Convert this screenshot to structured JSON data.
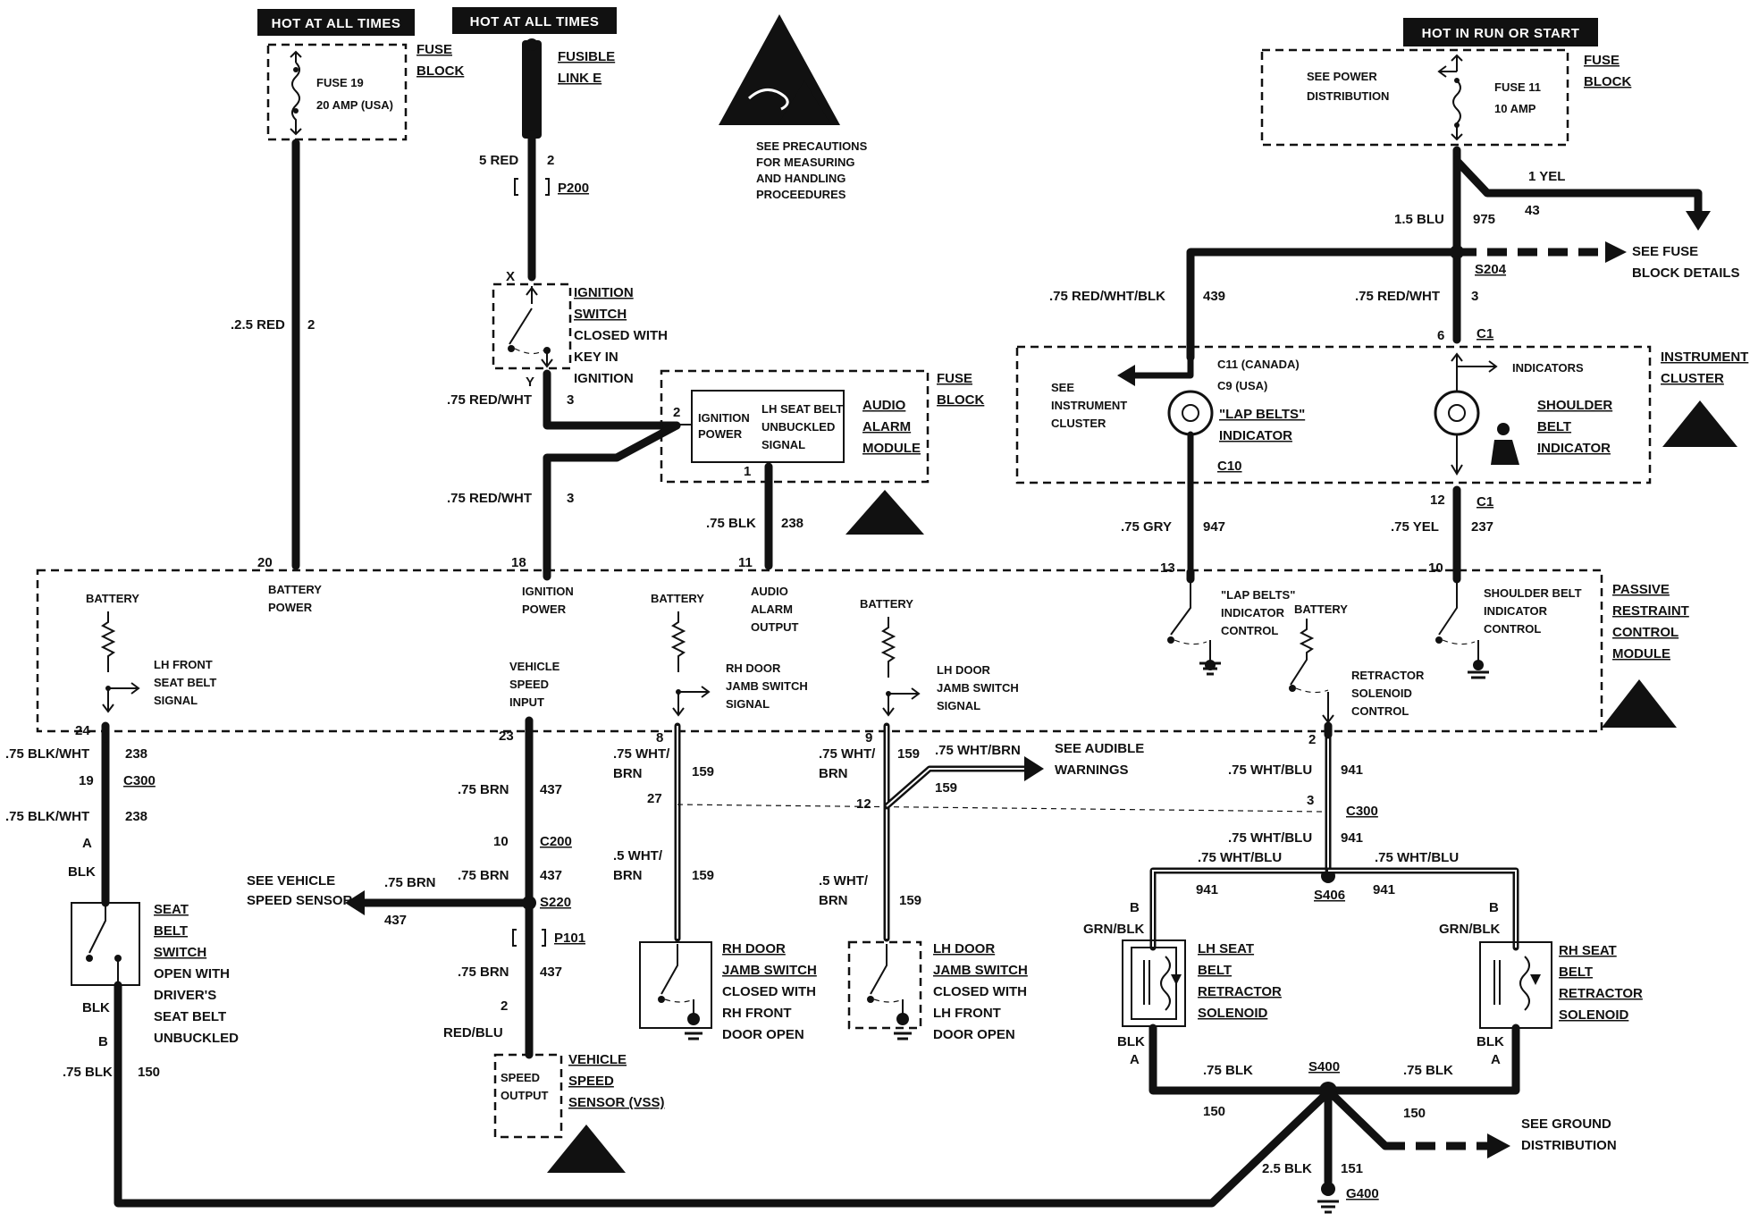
{
  "tags": {
    "hot_left": "HOT AT ALL TIMES",
    "hot_mid": "HOT AT ALL TIMES",
    "hot_right": "HOT IN RUN OR START"
  },
  "fuse_block_left": {
    "title1": "FUSE",
    "title2": "BLOCK",
    "fuse": "FUSE 19",
    "rating": "20 AMP (USA)"
  },
  "fusible_link": {
    "line1": "FUSIBLE",
    "line2": "LINK E"
  },
  "esd_note": {
    "line1": "SEE PRECAUTIONS",
    "line2": "FOR MEASURING",
    "line3": "AND HANDLING",
    "line4": "PROCEEDURES"
  },
  "fuse_block_right": {
    "title1": "FUSE",
    "title2": "BLOCK",
    "note1": "SEE POWER",
    "note2": "DISTRIBUTION",
    "fuse": "FUSE 11",
    "rating": "10 AMP"
  },
  "ignition_switch": {
    "l1": "IGNITION",
    "l2": "SWITCH",
    "l3": "CLOSED WITH",
    "l4": "KEY IN",
    "l5": "IGNITION",
    "pin_x": "X",
    "pin_y": "Y"
  },
  "audio_module": {
    "fuse1": "FUSE",
    "fuse2": "BLOCK",
    "ign1": "IGNITION",
    "ign2": "POWER",
    "sig1": "LH SEAT BELT",
    "sig2": "UNBUCKLED",
    "sig3": "SIGNAL",
    "name1": "AUDIO",
    "name2": "ALARM",
    "name3": "MODULE",
    "pin2": "2",
    "pin1": "1"
  },
  "wires": {
    "red_25": ".2.5 RED",
    "red_25_circ": "2",
    "red_5": "5 RED",
    "red_5_circ": "2",
    "p200": "P200",
    "rw_a": ".75 RED/WHT",
    "rw_a_circ": "3",
    "rw_b": ".75 RED/WHT",
    "rw_b_circ": "3",
    "blk_238": ".75 BLK",
    "blk_238_circ": "238",
    "yel": "1 YEL",
    "yel_circ": "43",
    "blu": "1.5 BLU",
    "blu_circ": "975",
    "fuse_details1": "SEE FUSE",
    "fuse_details2": "BLOCK DETAILS",
    "s204": "S204",
    "rwb": ".75 RED/WHT/BLK",
    "rwb_circ": "439",
    "rw_c": ".75 RED/WHT",
    "rw_c_circ": "3",
    "gry": ".75 GRY",
    "gry_circ": "947",
    "yel75": ".75 YEL",
    "yel75_circ": "237"
  },
  "cluster": {
    "title1": "INSTRUMENT",
    "title2": "CLUSTER",
    "see1": "SEE",
    "see2": "INSTRUMENT",
    "see3": "CLUSTER",
    "c11": "C11 (CANADA)",
    "c9": "C9 (USA)",
    "lap1": "\"LAP BELTS\"",
    "lap2": "INDICATOR",
    "c10": "C10",
    "indicators": "INDICATORS",
    "sh1": "SHOULDER",
    "sh2": "BELT",
    "sh3": "INDICATOR",
    "pin6": "6",
    "c1a": "C1",
    "pin12": "12",
    "c1b": "C1"
  },
  "prcm": {
    "name1": "PASSIVE",
    "name2": "RESTRAINT",
    "name3": "CONTROL",
    "name4": "MODULE",
    "pin20": "20",
    "bat_pwr1": "BATTERY",
    "bat_pwr2": "POWER",
    "pin18": "18",
    "ign_pwr1": "IGNITION",
    "ign_pwr2": "POWER",
    "pin11": "11",
    "audio1": "AUDIO",
    "audio2": "ALARM",
    "audio3": "OUTPUT",
    "pin13": "13",
    "pin10": "10",
    "bat1": "BATTERY",
    "bat2": "BATTERY",
    "bat3": "BATTERY",
    "bat4": "BATTERY",
    "lhf1": "LH FRONT",
    "lhf2": "SEAT BELT",
    "lhf3": "SIGNAL",
    "vs1": "VEHICLE",
    "vs2": "SPEED",
    "vs3": "INPUT",
    "rhd1": "RH DOOR",
    "rhd2": "JAMB SWITCH",
    "rhd3": "SIGNAL",
    "lhd1": "LH DOOR",
    "lhd2": "JAMB SWITCH",
    "lhd3": "SIGNAL",
    "lapc1": "\"LAP BELTS\"",
    "lapc2": "INDICATOR",
    "lapc3": "CONTROL",
    "shc1": "SHOULDER BELT",
    "shc2": "INDICATOR",
    "shc3": "CONTROL",
    "ret1": "RETRACTOR",
    "ret2": "SOLENOID",
    "ret3": "CONTROL",
    "pin24": "24",
    "pin23": "23",
    "pin8": "8",
    "pin9": "9",
    "pin2": "2"
  },
  "lower_left": {
    "bw1": ".75 BLK/WHT",
    "bw1_circ": "238",
    "pin19": "19",
    "c300": "C300",
    "bw2": ".75 BLK/WHT",
    "bw2_circ": "238",
    "pinA": "A",
    "blk1": "BLK",
    "sw1": "SEAT",
    "sw2": "BELT",
    "sw3": "SWITCH",
    "sw4": "OPEN WITH",
    "sw5": "DRIVER'S",
    "sw6": "SEAT BELT",
    "sw7": "UNBUCKLED",
    "blk2": "BLK",
    "pinB": "B",
    "blk150": ".75 BLK",
    "blk150_circ": "150"
  },
  "speed": {
    "brn1": ".75 BRN",
    "brn1_circ": "437",
    "pin10": "10",
    "c200": "C200",
    "brn2": ".75 BRN",
    "brn2_circ": "437",
    "s220": "S220",
    "see1": "SEE VEHICLE",
    "see2": "SPEED SENSOR",
    "brn_left": ".75 BRN",
    "brn_left_circ": "437",
    "p101": "P101",
    "brn3": ".75 BRN",
    "brn3_circ": "437",
    "pin2": "2",
    "redblu": "RED/BLU",
    "out1": "SPEED",
    "out2": "OUTPUT",
    "vss1": "VEHICLE",
    "vss2": "SPEED",
    "vss3": "SENSOR (VSS)"
  },
  "doors": {
    "rh_w1a": ".75 WHT/",
    "rh_w1b": "BRN",
    "rh_c1": "159",
    "pin27": "27",
    "rh_w2a": ".5 WHT/",
    "rh_w2b": "BRN",
    "rh_c2": "159",
    "rh1": "RH DOOR",
    "rh2": "JAMB SWITCH",
    "rh3": "CLOSED WITH",
    "rh4": "RH FRONT",
    "rh5": "DOOR OPEN",
    "lh_w1a": ".75 WHT/",
    "lh_w1b": "BRN",
    "lh_c1": "159",
    "pin12": "12",
    "aud_w": ".75 WHT/BRN",
    "aud_c": "159",
    "aud1": "SEE AUDIBLE",
    "aud2": "WARNINGS",
    "lh_w2a": ".5 WHT/",
    "lh_w2b": "BRN",
    "lh_c2": "159",
    "lh1": "LH DOOR",
    "lh2": "JAMB SWITCH",
    "lh3": "CLOSED WITH",
    "lh4": "LH FRONT",
    "lh5": "DOOR OPEN"
  },
  "retractor": {
    "wb1": ".75 WHT/BLU",
    "wb1_circ": "941",
    "pin3": "3",
    "c300": "C300",
    "wb2": ".75 WHT/BLU",
    "wb2_circ": "941",
    "wbl": ".75 WHT/BLU",
    "wbr": ".75 WHT/BLU",
    "circ_l": "941",
    "circ_r": "941",
    "s406": "S406",
    "pinB_l": "B",
    "gb_l": "GRN/BLK",
    "pinB_r": "B",
    "gb_r": "GRN/BLK",
    "lh1": "LH SEAT",
    "lh2": "BELT",
    "lh3": "RETRACTOR",
    "lh4": "SOLENOID",
    "rh1": "RH SEAT",
    "rh2": "BELT",
    "rh3": "RETRACTOR",
    "rh4": "SOLENOID",
    "blk_l": "BLK",
    "pinA_l": "A",
    "blk_r": "BLK",
    "pinA_r": "A"
  },
  "ground": {
    "blk_l": ".75 BLK",
    "blk_r": ".75 BLK",
    "s400": "S400",
    "c150_l": "150",
    "c150_r": "150",
    "see1": "SEE GROUND",
    "see2": "DISTRIBUTION",
    "blk25": "2.5 BLK",
    "blk25_circ": "151",
    "g400": "G400"
  }
}
